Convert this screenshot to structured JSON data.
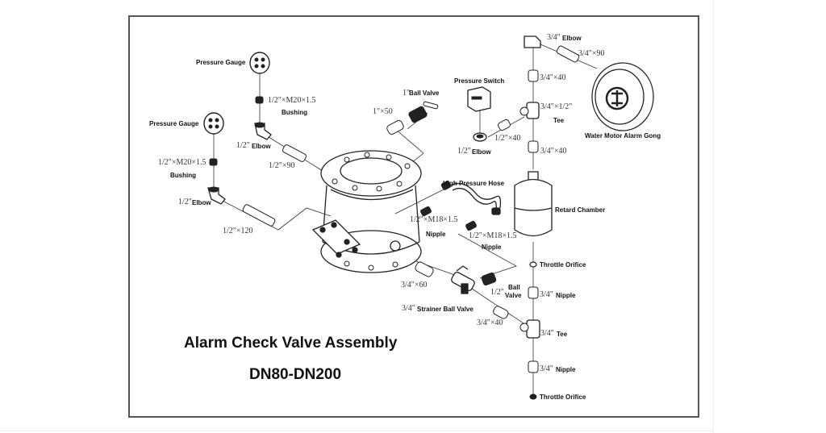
{
  "title": "Alarm Check Valve Assembly",
  "subtitle": "DN80-DN200",
  "labels": {
    "pg1": "Pressure Gauge",
    "pg2": "Pressure Gauge",
    "bush1_dim": "1/2\"×M20×1.5",
    "bush1": "Bushing",
    "bush2_dim": "1/2\"×M20×1.5",
    "bush2": "Bushing",
    "elbow1_dim": "1/2\"",
    "elbow1": "Elbow",
    "elbow2_dim": "1/2\"",
    "elbow2": "Elbow",
    "pipe_90": "1/2\"×90",
    "pipe_120": "1/2\"×120",
    "ball_valve_1_dim": "1\"",
    "ball_valve_1": "Ball Valve",
    "pipe_1x50": "1\"×50",
    "pressure_switch": "Pressure Switch",
    "elbow3_dim": "1/2\"",
    "elbow3": "Elbow",
    "pipe_half_40": "1/2\"×40",
    "elbow34_dim": "3/4\"",
    "elbow34": "Elbow",
    "pipe_34_90": "3/4\"×90",
    "pipe_34_40a": "3/4\"×40",
    "tee_dim": "3/4\"×1/2\"",
    "tee": "Tee",
    "pipe_34_40b": "3/4\"×40",
    "gong": "Water Motor Alarm Gong",
    "hose": "High Pressure Hose",
    "nipple1_dim": "1/2\"×M18×1.5",
    "nipple1": "Nipple",
    "nipple2_dim": "1/2\"×M18×1.5",
    "nipple2": "Nipple",
    "retard": "Retard Chamber",
    "orifice1": "Throttle Orifice",
    "pipe_34_60": "3/4\"×60",
    "ball_valve_half_dim": "1/2\"",
    "ball_valve_half_a": "Ball",
    "ball_valve_half_b": "Valve",
    "nipple34a_dim": "3/4\"",
    "nipple34a": "Nipple",
    "strainer_dim": "3/4\"",
    "strainer": "Strainer Ball Valve",
    "pipe_34_40c": "3/4\"×40",
    "tee34_dim": "3/4\"",
    "tee34": "Tee",
    "nipple34b_dim": "3/4\"",
    "nipple34b": "Nipple",
    "orifice2": "Throttle Orifice"
  }
}
